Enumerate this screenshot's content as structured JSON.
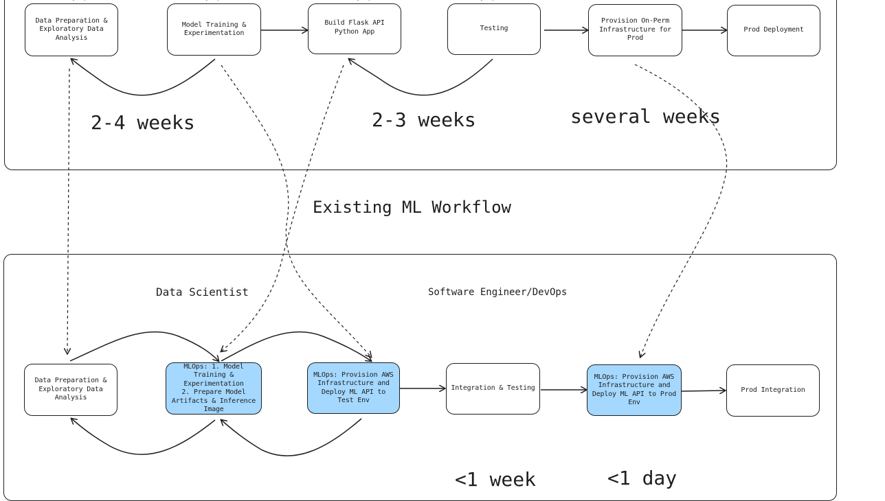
{
  "existing": {
    "title": "Existing ML Workflow",
    "nodes": [
      "Data Preparation & Exploratory Data Analysis",
      "Model Training & Experimentation",
      "Build Flask API Python App",
      "Testing",
      "Provision On-Perm Infrastructure for Prod",
      "Prod Deployment"
    ],
    "durations": [
      "2-4 weeks",
      "2-3 weeks",
      "several weeks"
    ]
  },
  "mlops": {
    "roles": [
      "Data Scientist",
      "Software Engineer/DevOps"
    ],
    "nodes": [
      "Data Preparation & Exploratory Data Analysis",
      "MLOps: 1. Model Training & Experimentation\n2. Prepare Model Artifacts & Inference Image",
      "MLOps: Provision AWS Infrastructure and Deploy ML API to Test Env",
      "Integration & Testing",
      "MLOps: Provision AWS Infrastructure and Deploy ML API to Prod Env",
      "Prod Integration"
    ],
    "durations": [
      "<1 week",
      "<1 day"
    ]
  },
  "colors": {
    "stroke": "#1e1e1e",
    "highlight": "#a5d8ff",
    "background": "#ffffff"
  }
}
